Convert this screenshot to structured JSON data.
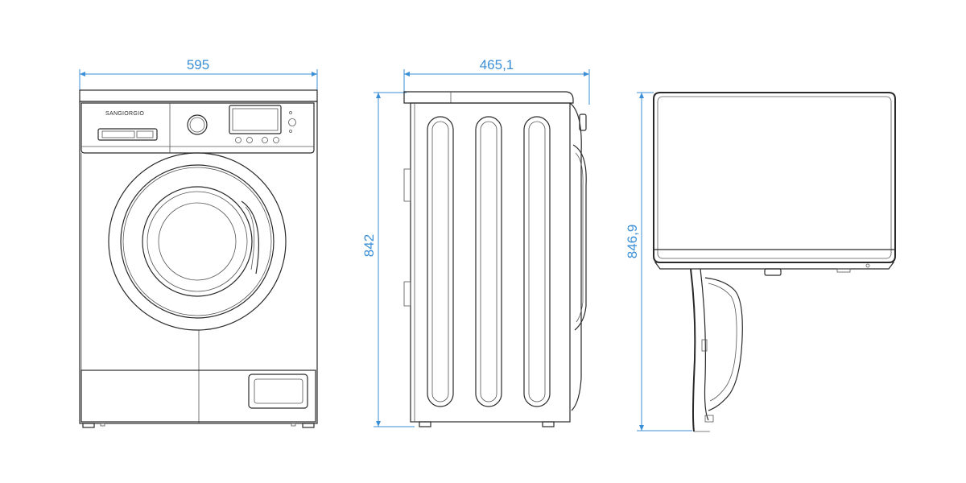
{
  "dimensions": {
    "width": "595",
    "depth": "465,1",
    "height": "842",
    "height_open": "846,9"
  },
  "brand": "SANGIORGIO",
  "colors": {
    "dimension": "#3a8fd6",
    "outline": "#2a2a2a"
  }
}
